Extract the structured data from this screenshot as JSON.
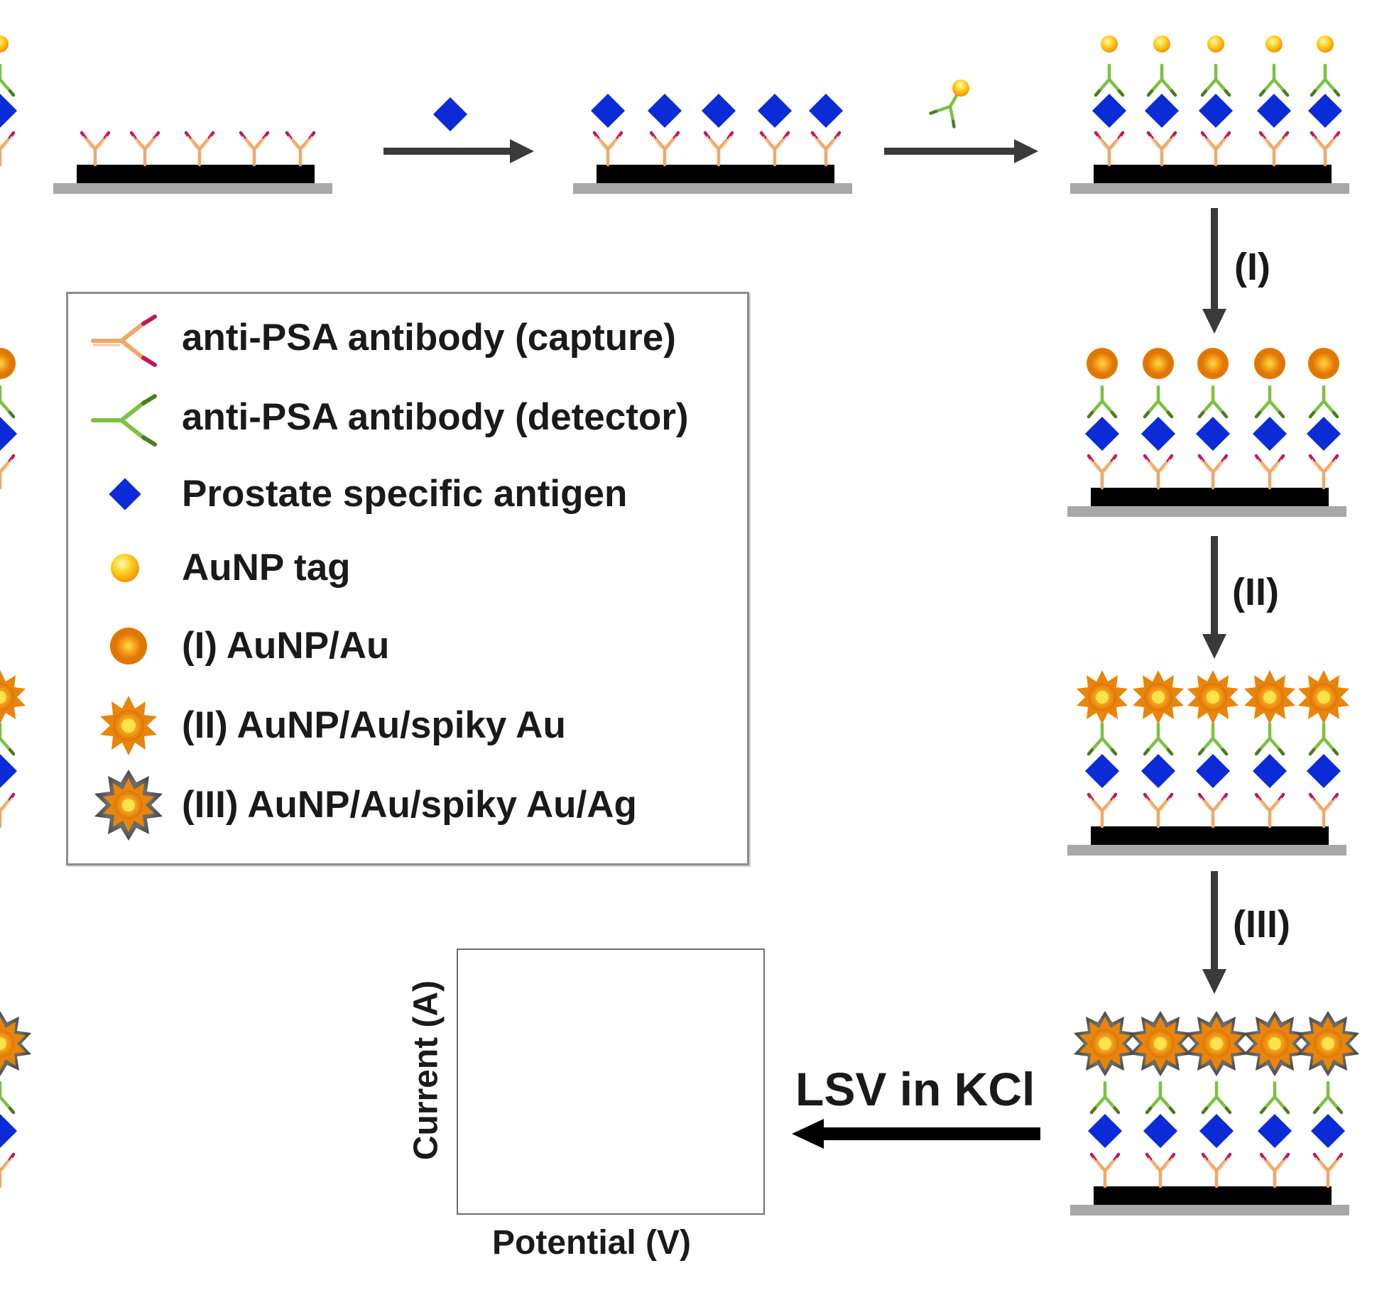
{
  "legend": {
    "items": [
      {
        "icon": "capture-antibody-icon",
        "label": "anti-PSA antibody (capture)"
      },
      {
        "icon": "detector-antibody-icon",
        "label": "anti-PSA antibody (detector)"
      },
      {
        "icon": "psa-antigen-icon",
        "label": "Prostate specific antigen"
      },
      {
        "icon": "aunp-tag-icon",
        "label": "AuNP tag"
      },
      {
        "icon": "aunp-au-icon",
        "label": "(I) AuNP/Au"
      },
      {
        "icon": "spiky-au-icon",
        "label": "(II) AuNP/Au/spiky Au"
      },
      {
        "icon": "spiky-au-ag-icon",
        "label": "(III) AuNP/Au/spiky Au/Ag"
      }
    ]
  },
  "steps": {
    "step1": "(I)",
    "step2": "(II)",
    "step3": "(III)",
    "readout": "LSV in KCl"
  },
  "plot": {
    "xlabel": "Potential (V)",
    "ylabel": "Current (A)",
    "curve_color": "#1f3cdc"
  },
  "colors": {
    "capture_antibody": "#f0a868",
    "capture_tip": "#c2185b",
    "detector_antibody": "#7cc142",
    "antigen": "#0a2bd6",
    "electrode": "#000000",
    "substrate": "#a8a8a8",
    "arrow": "#3a3a3a",
    "gold": "#f29b1b",
    "tag": "#ffd21f",
    "silver_shell": "#555555"
  }
}
